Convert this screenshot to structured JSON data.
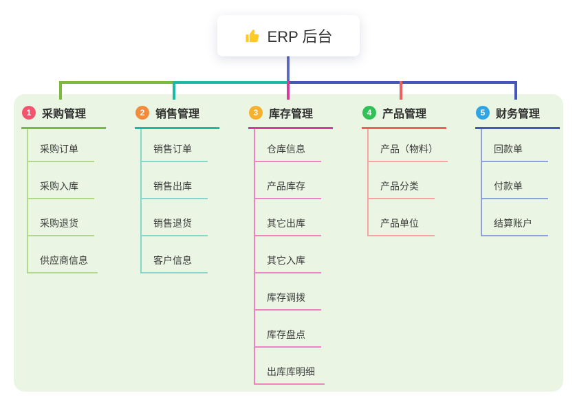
{
  "root": {
    "label": "ERP 后台",
    "icon": "thumbs-up-icon",
    "line_color": "#5b6abf"
  },
  "panel": {
    "background": "#eaf6e3"
  },
  "branches": [
    {
      "index": "1",
      "label": "采购管理",
      "line_color": "#7cb93c",
      "child_line_color": "#b2d98a",
      "badge_color": "#f2566e",
      "children": [
        "采购订单",
        "采购入库",
        "采购退货",
        "供应商信息"
      ]
    },
    {
      "index": "2",
      "label": "销售管理",
      "line_color": "#19b9a6",
      "child_line_color": "#82d8cb",
      "badge_color": "#f28b3c",
      "children": [
        "销售订单",
        "销售出库",
        "销售退货",
        "客户信息"
      ]
    },
    {
      "index": "3",
      "label": "库存管理",
      "line_color": "#d63a9c",
      "child_line_color": "#ef82c3",
      "badge_color": "#f6b12e",
      "children": [
        "仓库信息",
        "产品库存",
        "其它出库",
        "其它入库",
        "库存调拨",
        "库存盘点",
        "出库库明细"
      ]
    },
    {
      "index": "4",
      "label": "产品管理",
      "line_color": "#f15e5e",
      "child_line_color": "#f7a4a3",
      "badge_color": "#31c158",
      "children": [
        "产品（物料）",
        "产品分类",
        "产品单位"
      ]
    },
    {
      "index": "5",
      "label": "财务管理",
      "line_color": "#4457b8",
      "child_line_color": "#8ba2dc",
      "badge_color": "#30a5e1",
      "children": [
        "回款单",
        "付款单",
        "结算账户"
      ]
    }
  ]
}
